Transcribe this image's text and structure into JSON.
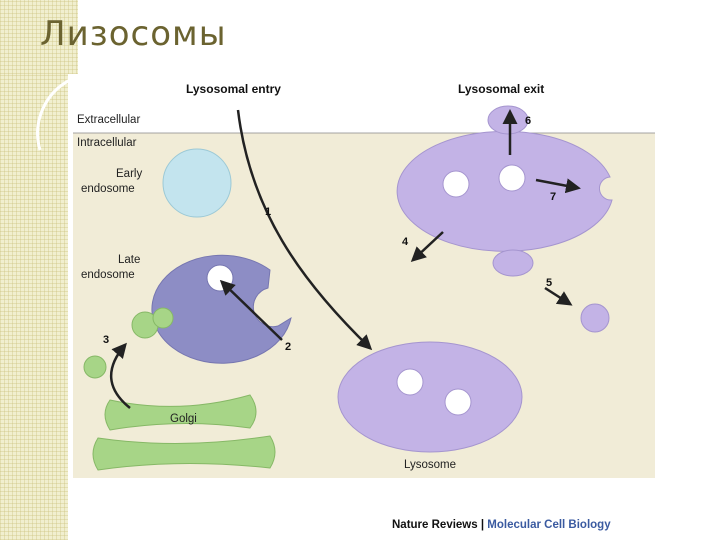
{
  "slide": {
    "title": "Лизосомы"
  },
  "diagram": {
    "headers": {
      "entry": "Lysosomal entry",
      "exit": "Lysosomal exit"
    },
    "regions": {
      "extracellular": "Extracellular",
      "intracellular": "Intracellular"
    },
    "organelles": {
      "early_endosome": [
        "Early",
        "endosome"
      ],
      "late_endosome": [
        "Late",
        "endosome"
      ],
      "golgi": "Golgi",
      "lysosome": "Lysosome"
    },
    "step_numbers": [
      "1",
      "2",
      "3",
      "4",
      "5",
      "6",
      "7"
    ],
    "credit": {
      "journal": "Nature Reviews",
      "separator": " | ",
      "section": "Molecular Cell Biology"
    },
    "colors": {
      "extracellular_bg": "#ffffff",
      "intracellular_bg": "#f1ecd7",
      "early_endosome": "#c3e4ee",
      "late_endosome": "#8d8dc5",
      "lysosome": "#c3b3e6",
      "golgi": "#a7d587",
      "arrow": "#222222"
    }
  }
}
